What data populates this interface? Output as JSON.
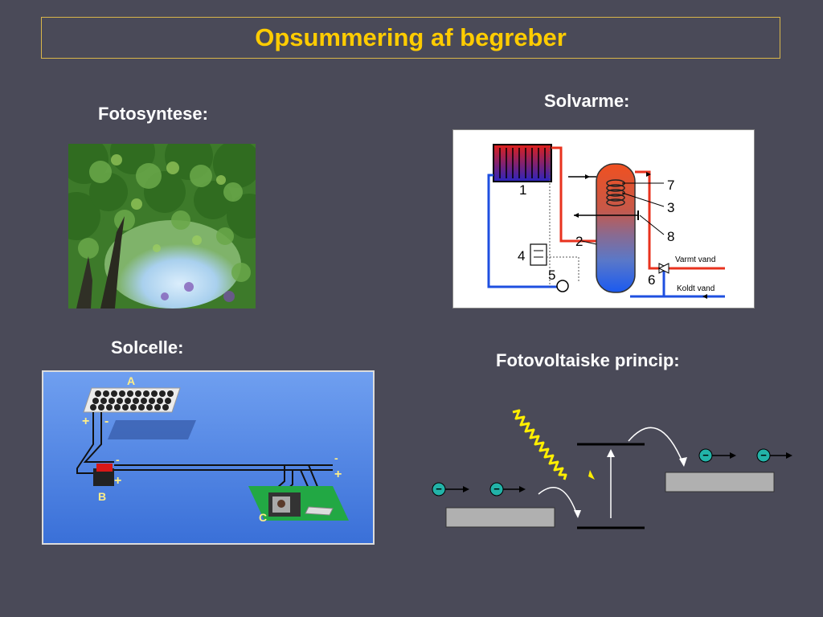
{
  "title": "Opsummering af begreber",
  "sections": {
    "fotosyntese": "Fotosyntese:",
    "solvarme": "Solvarme:",
    "solcelle": "Solcelle:",
    "fotovoltaiske": "Fotovoltaiske princip:"
  },
  "solvarme_diagram": {
    "numbers": [
      "1",
      "2",
      "3",
      "4",
      "5",
      "6",
      "7",
      "8"
    ],
    "varmt_vand": "Varmt vand",
    "koldt_vand": "Koldt vand"
  },
  "solcelle_diagram": {
    "label_a": "A",
    "label_b": "B",
    "label_c": "C",
    "plus": "+",
    "minus": "-"
  },
  "pv_diagram": {
    "electron": "−"
  },
  "colors": {
    "background": "#4a4a58",
    "title": "#ffcc00",
    "title_border": "#d9b64a",
    "hot_pipe": "#e8321e",
    "cold_pipe": "#1e4fe0",
    "electron": "#22b3a8",
    "photon": "#ffee00"
  }
}
